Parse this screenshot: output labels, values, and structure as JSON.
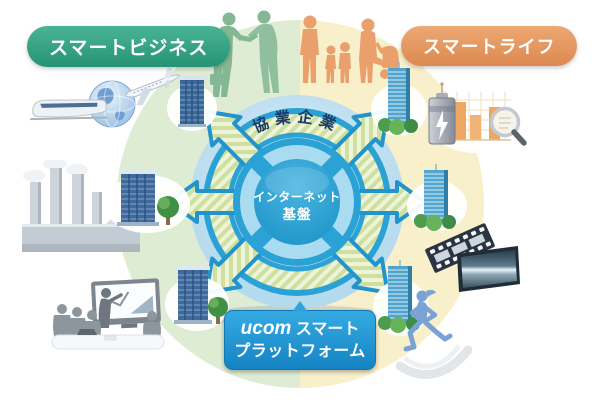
{
  "badges": {
    "smart_business": {
      "label": "スマートビジネス",
      "color": "#2f9e7f"
    },
    "smart_life": {
      "label": "スマートライフ",
      "color": "#e4955f"
    }
  },
  "hub": {
    "top_arc_label": "協業企業",
    "center_line1": "インターネット",
    "center_line2": "基盤",
    "arrow_count": 6,
    "colors": {
      "arrow_blue": "#2394cb",
      "stripe_green": "#cde09f",
      "stripe_bg": "#eef3da",
      "backing_light_blue": "#bfe2f2",
      "core_blue": "#1b93c8",
      "inner_ring_blue": "#a9dcf0",
      "arc_text_navy": "#1c3a63"
    }
  },
  "platform": {
    "brand": "ucom",
    "line1_suffix": "スマート",
    "line2": "プラットフォーム",
    "color_top": "#35abe2",
    "color_bottom": "#1583c3"
  },
  "zones": {
    "business_half_color": "#dfecd4",
    "life_half_color": "#f8efcb"
  },
  "icons": {
    "business_side": [
      "handshake-businessmen",
      "bullet-train",
      "globe",
      "airplane",
      "office-building",
      "factory",
      "office-building-tree",
      "meeting-presentation",
      "office-building-tree-2"
    ],
    "life_side": [
      "family-silhouette",
      "residential-tower",
      "battery",
      "energy-bar-chart",
      "magnifier",
      "residential-tower-green",
      "film-strip",
      "tv-screen",
      "residential-tower-green-2",
      "jogging-woman"
    ]
  }
}
